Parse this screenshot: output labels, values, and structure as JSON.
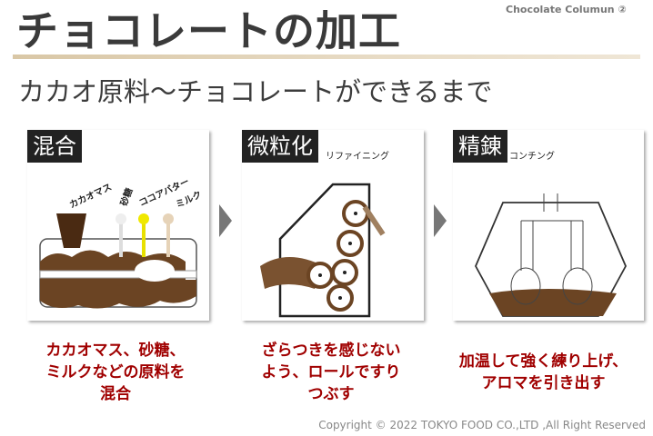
{
  "header": {
    "title": "チョコレートの加工",
    "series": "Chocolate Columun ②",
    "subtitle": "カカオ原料～チョコレートができるまで"
  },
  "steps": [
    {
      "label": "混合",
      "sublabel": "",
      "ingredients": [
        "カカオマス",
        "砂糖",
        "ココアバター",
        "ミルク"
      ],
      "caption_lines": [
        "カカオマス、砂糖、",
        "ミルクなどの原料を",
        "混合"
      ]
    },
    {
      "label": "微粒化",
      "sublabel": "リファイニング",
      "caption_lines": [
        "ざらつきを感じない",
        "よう、ロールですり",
        "つぶす"
      ]
    },
    {
      "label": "精錬",
      "sublabel": "コンチング",
      "caption_lines": [
        "加温して強く練り上げ、",
        "アロマを引き出す"
      ]
    }
  ],
  "footer": {
    "copyright": "Copyright © 2022  TOKYO FOOD CO.,LTD ,All Right Reserved"
  },
  "colors": {
    "caption": "#a00000",
    "chocolate": "#6b4423",
    "dark": "#222222"
  }
}
